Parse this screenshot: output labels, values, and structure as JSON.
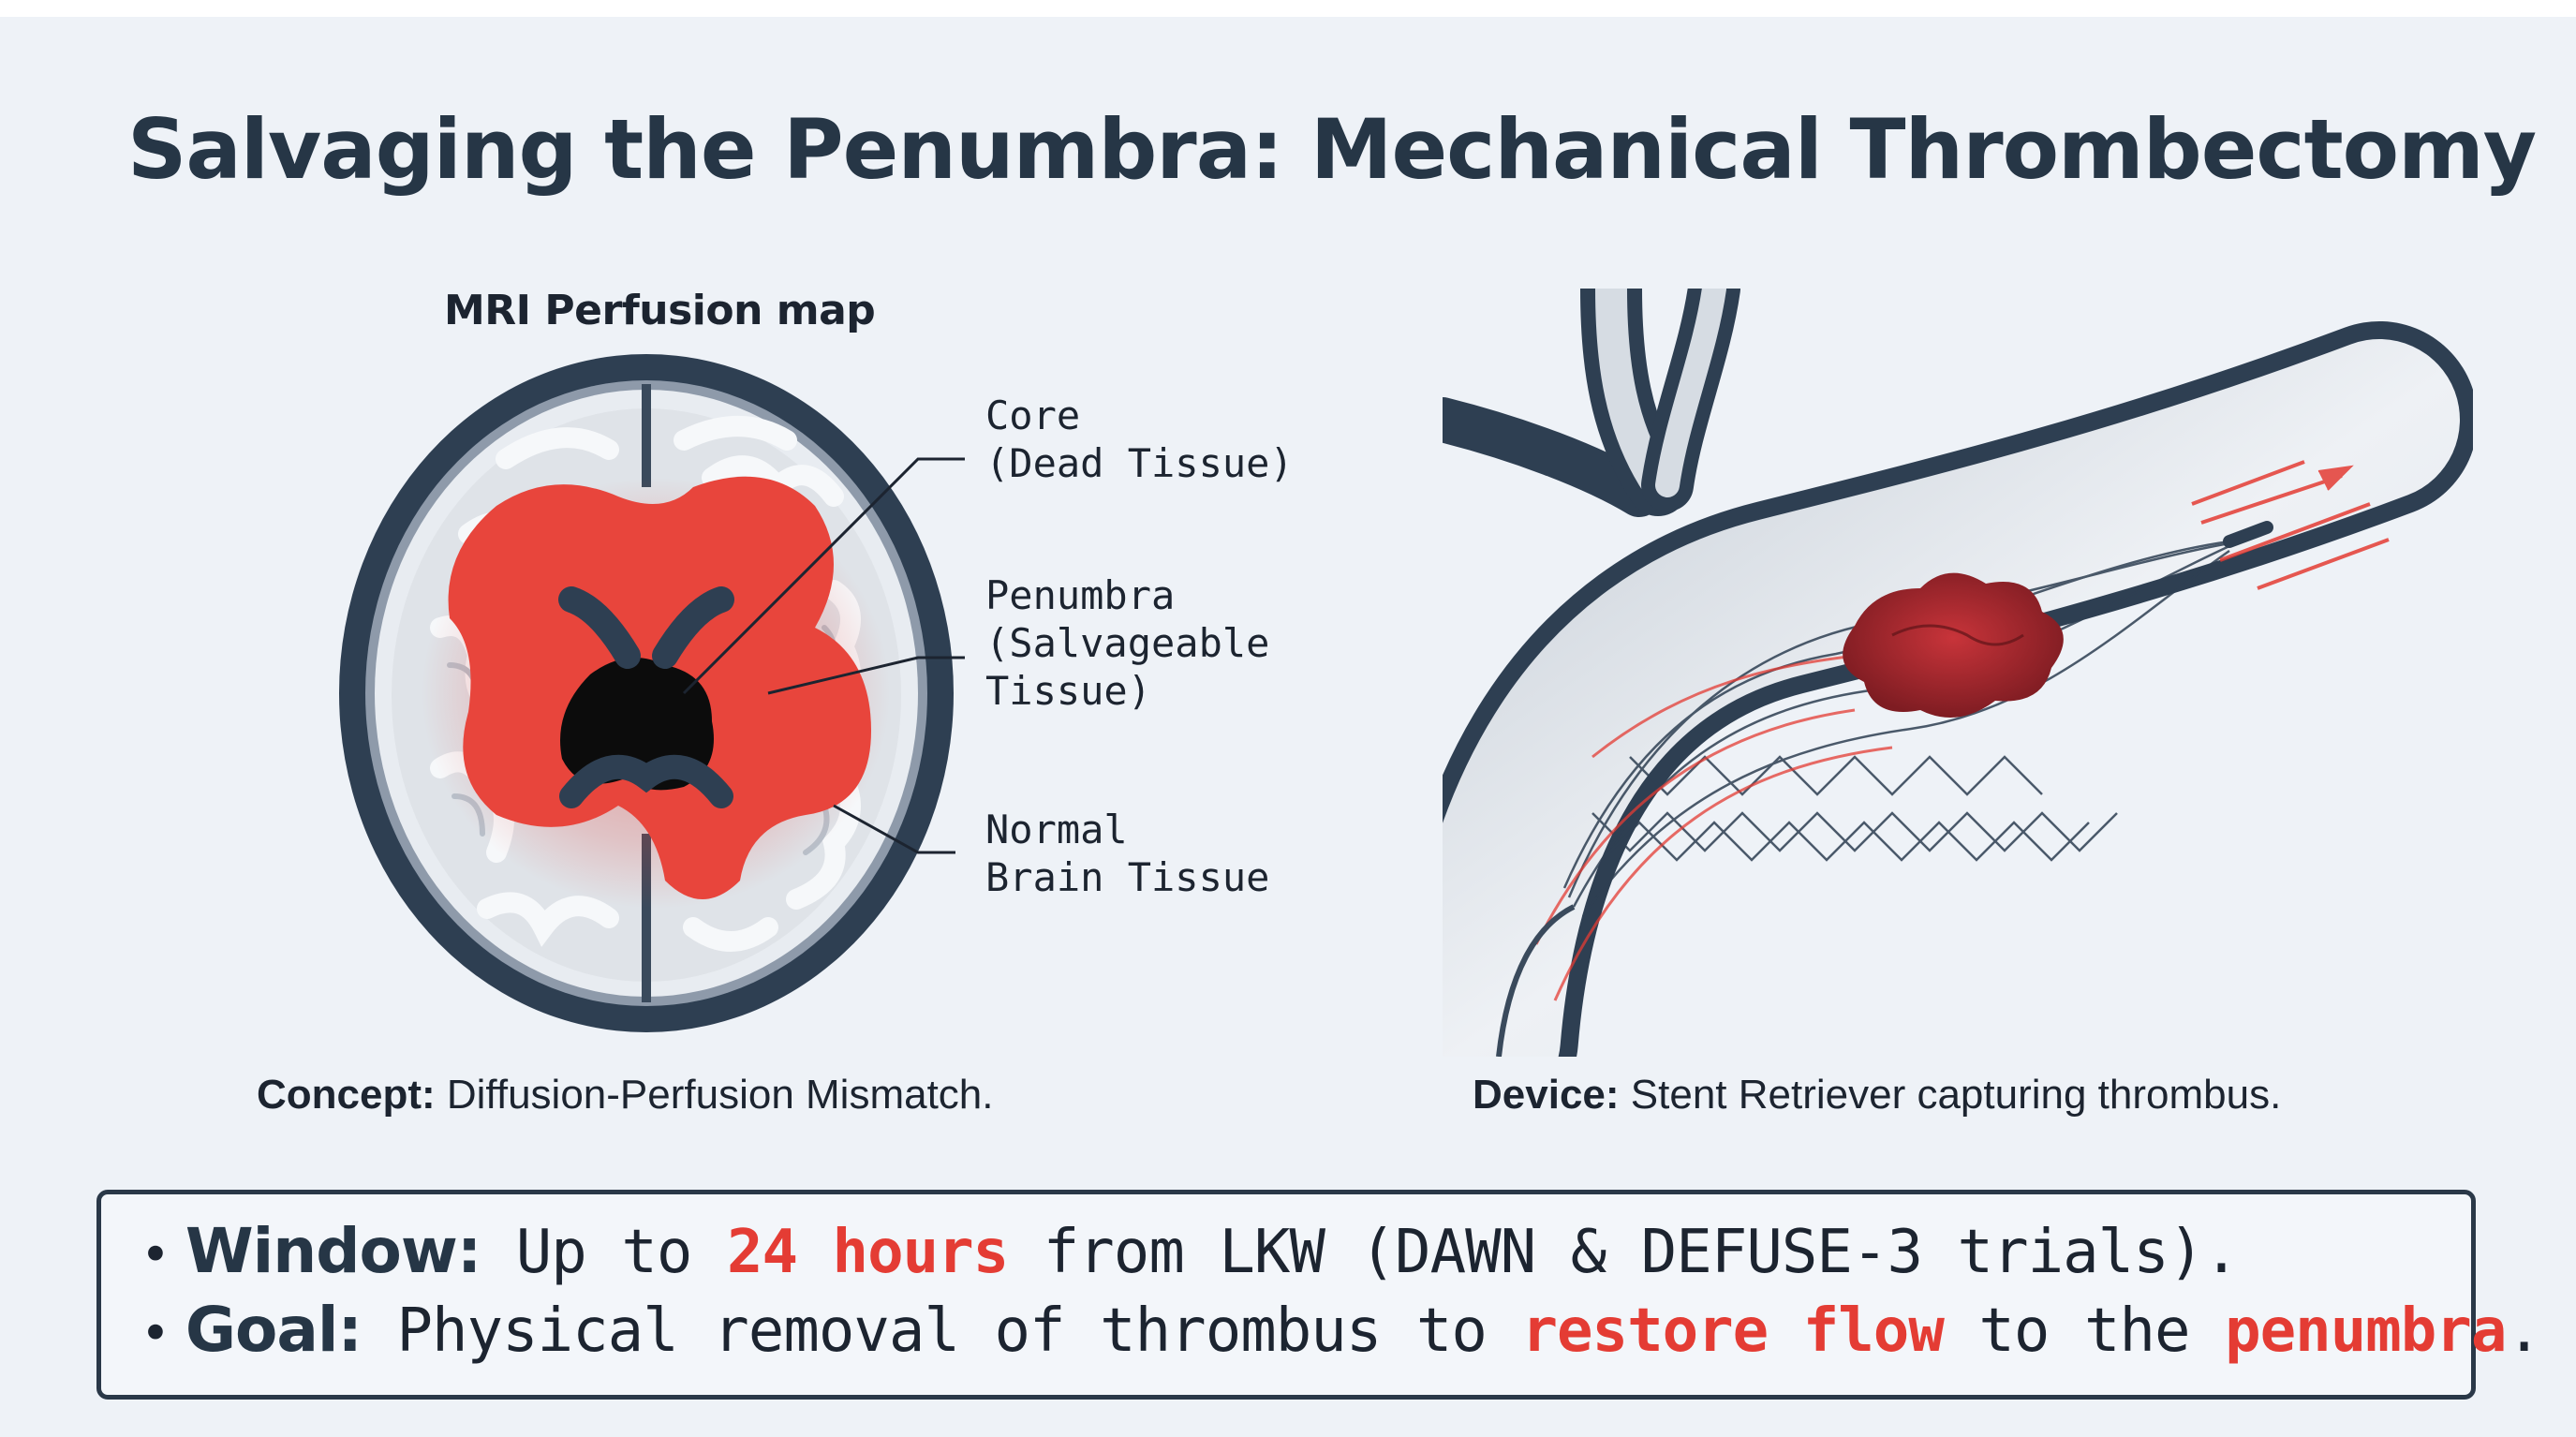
{
  "title": "Salvaging the Penumbra: Mechanical Thrombectomy",
  "left_panel": {
    "heading": "MRI Perfusion map",
    "labels": {
      "core_line1": "Core",
      "core_line2": "(Dead Tissue)",
      "penumbra_line1": "Penumbra",
      "penumbra_line2": "(Salvageable",
      "penumbra_line3": "Tissue)",
      "normal_line1": "Normal",
      "normal_line2": "Brain Tissue"
    },
    "caption_key": "Concept:",
    "caption_text": " Diffusion-Perfusion Mismatch."
  },
  "right_panel": {
    "caption_key": "Device:",
    "caption_text": " Stent Retriever capturing thrombus."
  },
  "bullets": {
    "window": {
      "key": "Window:",
      "pre": " Up to ",
      "highlight": "24 hours",
      "post": " from LKW (DAWN & DEFUSE-3 trials)."
    },
    "goal": {
      "key": "Goal:",
      "pre": " Physical removal of thrombus to ",
      "highlight1": "restore flow",
      "mid": " to the ",
      "highlight2": "penumbra",
      "post": "."
    }
  },
  "colors": {
    "dark_navy": "#263646",
    "penumbra_red": "#e43c34",
    "core_black": "#0c0c0c",
    "thrombus_red": "#a8242a",
    "background": "#eef2f7"
  }
}
